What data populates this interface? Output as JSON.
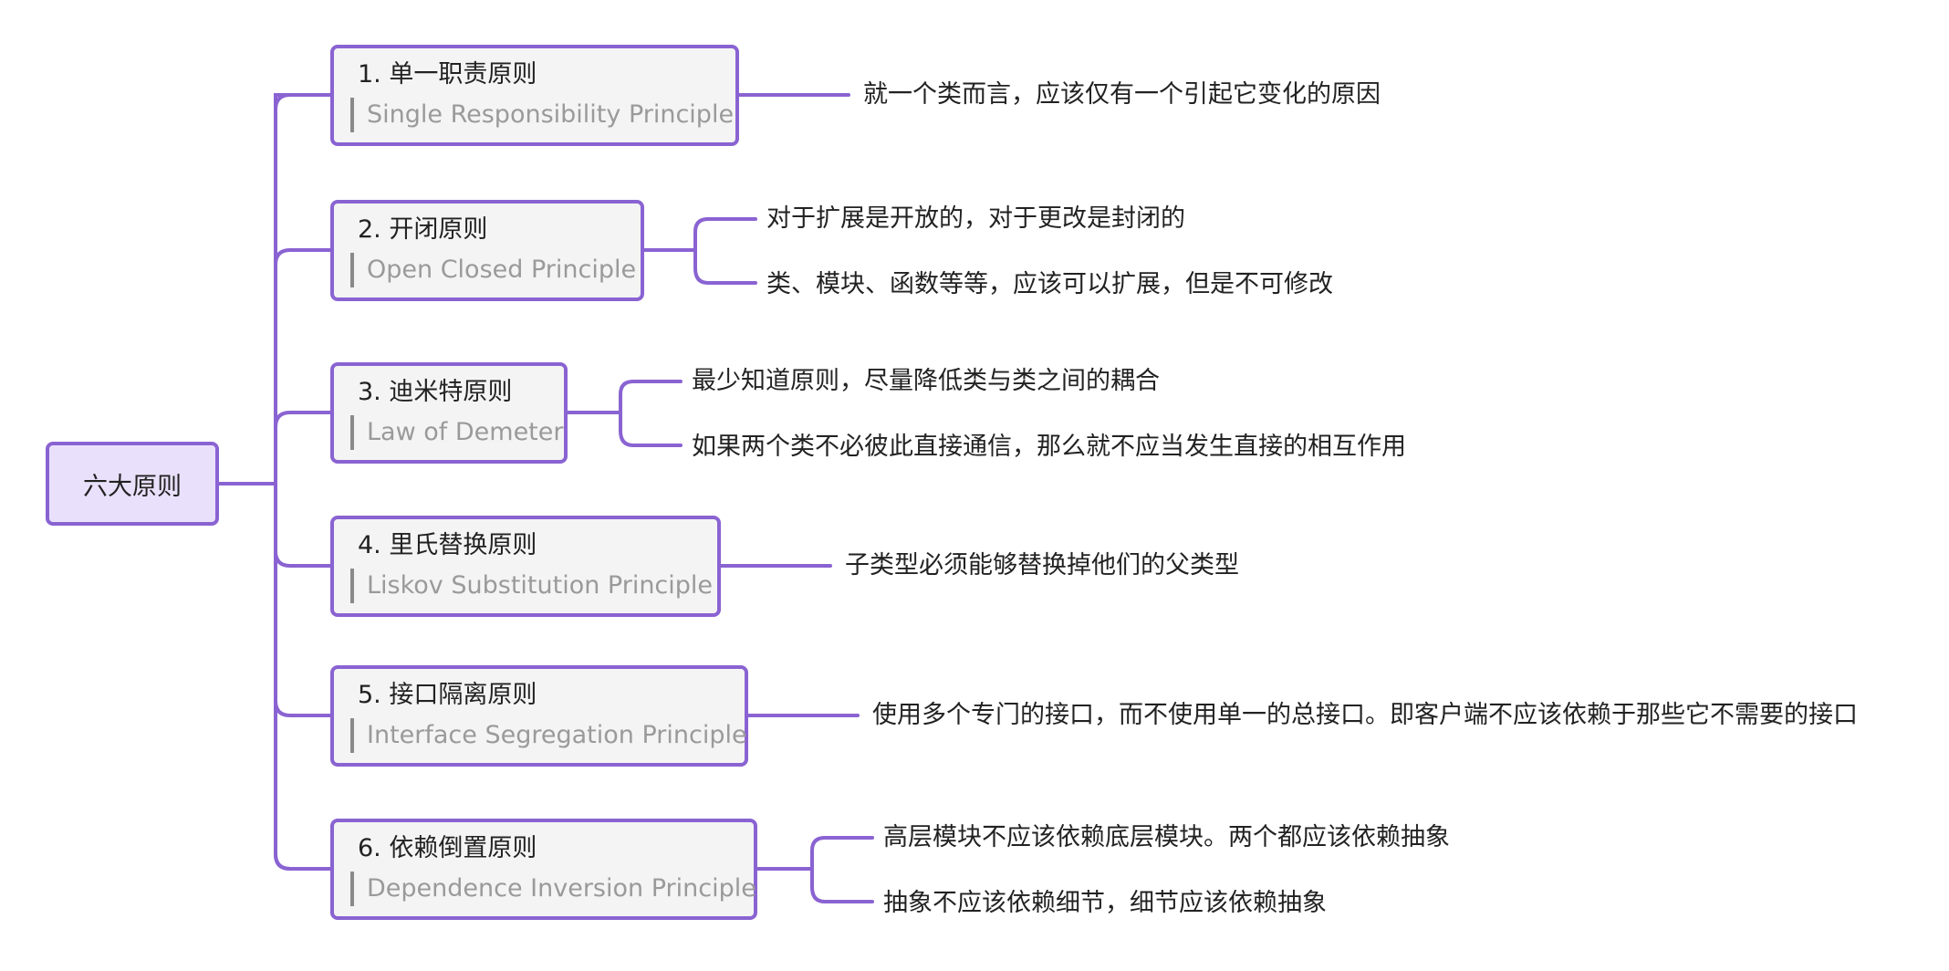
{
  "theme": {
    "line_color": "#8a63d2",
    "root_fill": "#e9e1fc",
    "node_fill": "#f4f4f4"
  },
  "root": {
    "label": "六大原则"
  },
  "principles": [
    {
      "title": "1. 单一职责原则",
      "subtitle": "Single Responsibility Principle",
      "notes": [
        "就一个类而言，应该仅有一个引起它变化的原因"
      ]
    },
    {
      "title": "2. 开闭原则",
      "subtitle": "Open Closed Principle",
      "notes": [
        "对于扩展是开放的，对于更改是封闭的",
        "类、模块、函数等等，应该可以扩展，但是不可修改"
      ]
    },
    {
      "title": "3. 迪米特原则",
      "subtitle": "Law of Demeter",
      "notes": [
        "最少知道原则，尽量降低类与类之间的耦合",
        "如果两个类不必彼此直接通信，那么就不应当发生直接的相互作用"
      ]
    },
    {
      "title": "4. 里氏替换原则",
      "subtitle": "Liskov Substitution Principle",
      "notes": [
        "子类型必须能够替换掉他们的父类型"
      ]
    },
    {
      "title": "5. 接口隔离原则",
      "subtitle": "Interface Segregation Principle",
      "notes": [
        "使用多个专门的接口，而不使用单一的总接口。即客户端不应该依赖于那些它不需要的接口"
      ]
    },
    {
      "title": "6. 依赖倒置原则",
      "subtitle": "Dependence Inversion Principle",
      "notes": [
        "高层模块不应该依赖底层模块。两个都应该依赖抽象",
        "抽象不应该依赖细节，细节应该依赖抽象"
      ]
    }
  ]
}
